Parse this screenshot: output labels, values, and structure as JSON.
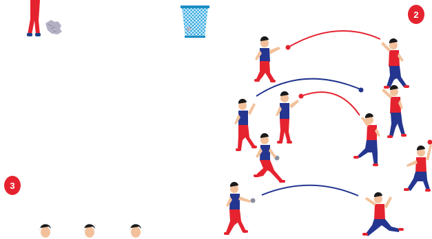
{
  "badges": [
    {
      "id": "2",
      "label": "2",
      "color": "#e5232f"
    },
    {
      "id": "3",
      "label": "3",
      "color": "#e5232f"
    }
  ],
  "colors": {
    "red": "#e5232f",
    "blue": "#24368f",
    "skin": "#f2c19b",
    "hair": "#1a1a1a",
    "shoe_red": "#e5232f",
    "shoe_blue": "#1f3f8a",
    "bin": "#2ea7e0",
    "ball_grey": "#8a8fa0"
  },
  "icons": {
    "bin": "wastebasket-icon",
    "heads": "player-head-icon"
  }
}
